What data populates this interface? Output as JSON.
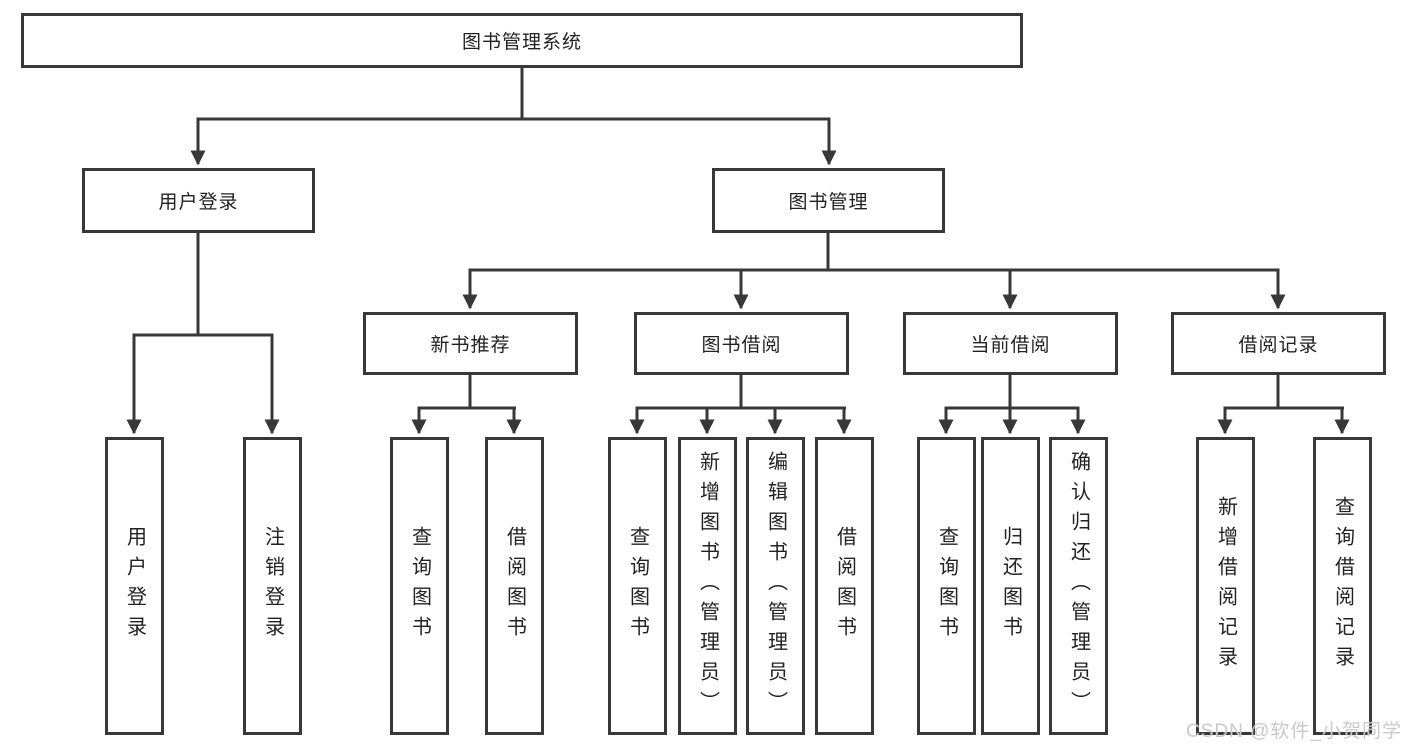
{
  "tree": {
    "root": "图书管理系统",
    "branches": [
      {
        "label": "用户登录",
        "children": [
          "用户登录",
          "注销登录"
        ]
      },
      {
        "label": "图书管理",
        "groups": [
          {
            "label": "新书推荐",
            "children": [
              "查询图书",
              "借阅图书"
            ]
          },
          {
            "label": "图书借阅",
            "children": [
              "查询图书",
              "新增图书（管理员）",
              "编辑图书（管理员）",
              "借阅图书"
            ]
          },
          {
            "label": "当前借阅",
            "children": [
              "查询图书",
              "归还图书",
              "确认归还（管理员）"
            ]
          },
          {
            "label": "借阅记录",
            "children": [
              "新增借阅记录",
              "查询借阅记录"
            ]
          }
        ]
      }
    ]
  },
  "watermark": "CSDN @软件_小贺同学",
  "colors": {
    "line": "#383838",
    "text": "#222222",
    "background": "#ffffff",
    "watermark": "#c6c6c6"
  }
}
